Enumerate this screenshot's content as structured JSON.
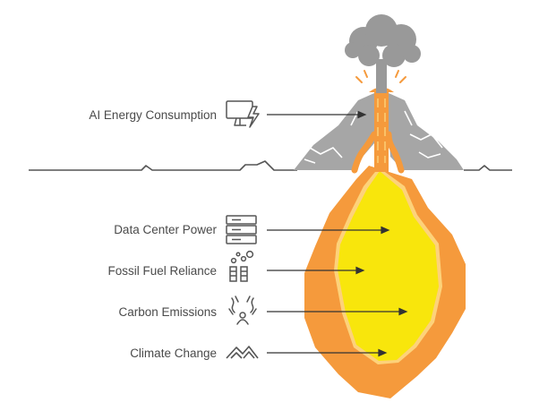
{
  "diagram": {
    "items": [
      {
        "label": "AI Energy Consumption",
        "icon": "computer-energy-icon"
      },
      {
        "label": "Data Center Power",
        "icon": "server-stack-icon"
      },
      {
        "label": "Fossil Fuel Reliance",
        "icon": "factory-chimney-icon"
      },
      {
        "label": "Carbon Emissions",
        "icon": "emissions-person-icon"
      },
      {
        "label": "Climate Change",
        "icon": "mountain-peaks-icon"
      }
    ],
    "colors": {
      "smoke": "#999999",
      "mountain": "#a6a6a6",
      "magma_outer": "#f59a3c",
      "magma_rim": "#fdd27a",
      "magma_core": "#f8e60c",
      "lava": "#f59a3c",
      "ink": "#555555",
      "text": "#4a4a4a"
    }
  }
}
